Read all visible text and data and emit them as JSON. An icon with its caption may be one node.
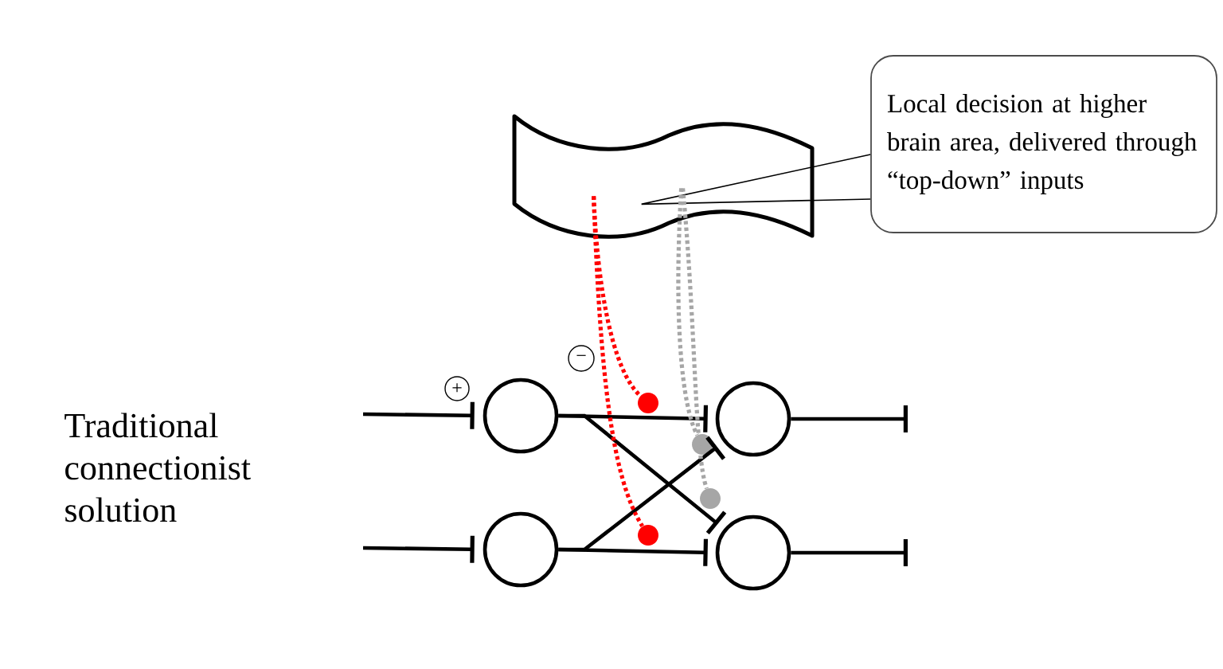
{
  "diagram": {
    "nodes": [
      {
        "text": [
          "Local decision at higher brain area, delivered through “top-down” inputs"
        ]
      },
      {
        "text": [],
        "shape": "banner"
      },
      {
        "text": [
          "−"
        ]
      },
      {
        "text": [
          "+"
        ]
      },
      {
        "text": [],
        "shape": "circle"
      },
      {
        "text": [],
        "shape": "circle"
      },
      {
        "text": [],
        "shape": "circle"
      },
      {
        "text": [],
        "shape": "circle"
      },
      {
        "text": [],
        "shape": "dot"
      },
      {
        "text": [],
        "shape": "dot"
      },
      {
        "text": [],
        "shape": "dot"
      },
      {
        "text": [],
        "shape": "dot"
      }
    ],
    "edges": [
      {
        "from": 0,
        "to": 1,
        "arrow": "none"
      },
      {
        "from": null,
        "to": 4,
        "arrow": "other"
      },
      {
        "from": 4,
        "to": 5,
        "arrow": "other"
      },
      {
        "from": 4,
        "to": 7,
        "arrow": "other"
      },
      {
        "from": null,
        "to": 6,
        "arrow": "other"
      },
      {
        "from": 6,
        "to": 7,
        "arrow": "other"
      },
      {
        "from": 6,
        "to": 5,
        "arrow": "other"
      },
      {
        "from": 5,
        "to": null,
        "arrow": "other"
      },
      {
        "from": 7,
        "to": null,
        "arrow": "other"
      },
      {
        "from": 1,
        "to": 8,
        "arrow": "none",
        "style": "dashed",
        "color": "#ff0000"
      },
      {
        "from": 1,
        "to": 11,
        "arrow": "none",
        "style": "dashed",
        "color": "#ff0000"
      },
      {
        "from": 1,
        "to": 9,
        "arrow": "none",
        "style": "dashed",
        "color": "#a6a6a6"
      },
      {
        "from": 1,
        "to": 10,
        "arrow": "none",
        "style": "dashed",
        "color": "#a6a6a6"
      }
    ],
    "labels": [
      "Traditional connectionist solution"
    ]
  }
}
